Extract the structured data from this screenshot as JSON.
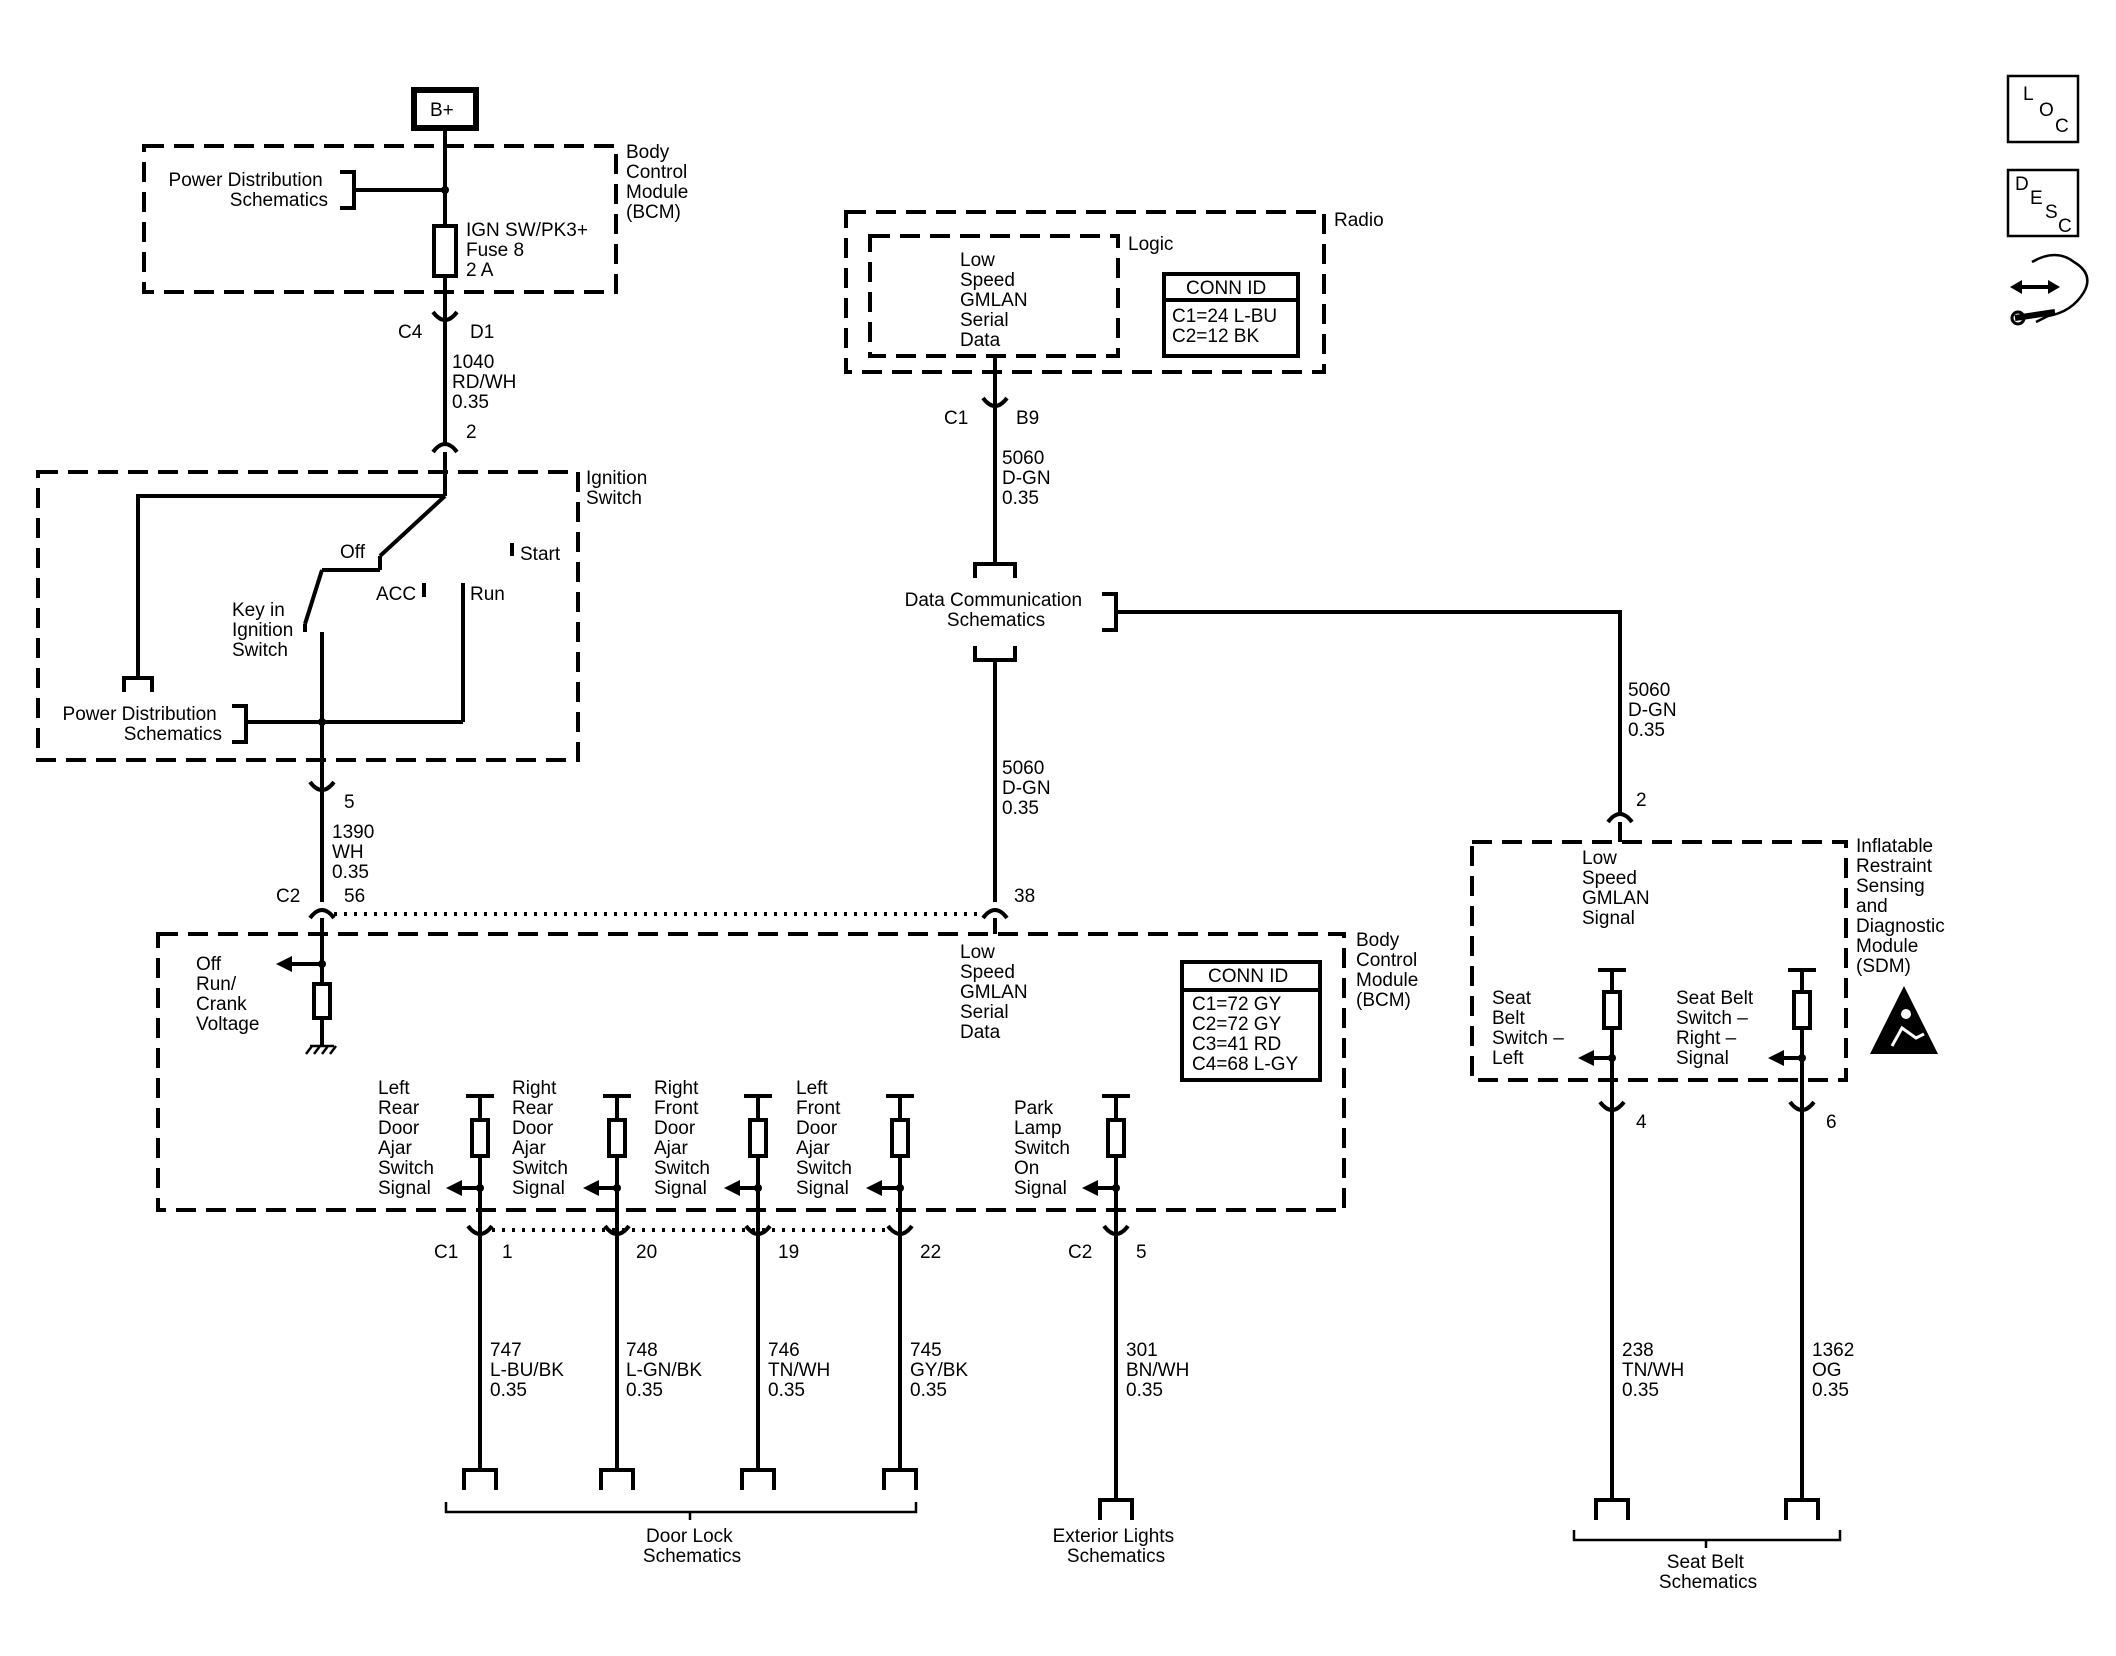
{
  "icons": {
    "loc": [
      "L",
      "O",
      "C"
    ],
    "desc": [
      "D",
      "E",
      "S",
      "C"
    ]
  },
  "power_source": "B+",
  "bcm_top": {
    "title": [
      "Body",
      "Control",
      "Module",
      "(BCM)"
    ],
    "power_dist": [
      "Power Distribution",
      "Schematics"
    ],
    "fuse": [
      "IGN SW/PK3+",
      "Fuse 8",
      "2 A"
    ],
    "conn_c4": "C4",
    "pin_d1": "D1",
    "wire": [
      "1040",
      "RD/WH",
      "0.35"
    ]
  },
  "ignition": {
    "pin_top": "2",
    "title": [
      "Ignition",
      "Switch"
    ],
    "off": "Off",
    "start": "Start",
    "acc": "ACC",
    "run": "Run",
    "key": [
      "Key in",
      "Ignition",
      "Switch"
    ],
    "power_dist": [
      "Power Distribution",
      "Schematics"
    ],
    "pin_bottom": "5",
    "wire": [
      "1390",
      "WH",
      "0.35"
    ]
  },
  "radio": {
    "title": "Radio",
    "logic": "Logic",
    "inner": [
      "Low",
      "Speed",
      "GMLAN",
      "Serial",
      "Data"
    ],
    "conn_header": "CONN ID",
    "conn_ids": [
      "C1=24 L-BU",
      "C2=12 BK"
    ],
    "conn_c1": "C1",
    "pin_b9": "B9",
    "wire": [
      "5060",
      "D-GN",
      "0.35"
    ]
  },
  "data_comm": [
    "Data Communication",
    "Schematics"
  ],
  "wire_mid": [
    "5060",
    "D-GN",
    "0.35"
  ],
  "wire_right": [
    "5060",
    "D-GN",
    "0.35"
  ],
  "bcm_main": {
    "title": [
      "Body",
      "Control",
      "Module",
      "(BCM)"
    ],
    "conn_c2": "C2",
    "pin_56": "56",
    "pin_38": "38",
    "low_speed": [
      "Low",
      "Speed",
      "GMLAN",
      "Serial",
      "Data"
    ],
    "off_run": [
      "Off",
      "Run/",
      "Crank",
      "Voltage"
    ],
    "conn_header": "CONN ID",
    "conn_ids": [
      "C1=72 GY",
      "C2=72 GY",
      "C3=41 RD",
      "C4=68 L-GY"
    ],
    "sw_lr": [
      "Left",
      "Rear",
      "Door",
      "Ajar",
      "Switch",
      "Signal"
    ],
    "sw_rr": [
      "Right",
      "Rear",
      "Door",
      "Ajar",
      "Switch",
      "Signal"
    ],
    "sw_rf": [
      "Right",
      "Front",
      "Door",
      "Ajar",
      "Switch",
      "Signal"
    ],
    "sw_lf": [
      "Left",
      "Front",
      "Door",
      "Ajar",
      "Switch",
      "Signal"
    ],
    "sw_park": [
      "Park",
      "Lamp",
      "Switch",
      "On",
      "Signal"
    ],
    "conn_c1_bottom": "C1",
    "conn_c2_bottom": "C2",
    "pins_bottom": [
      "1",
      "20",
      "19",
      "22",
      "5"
    ]
  },
  "wires_bottom": {
    "w747": [
      "747",
      "L-BU/BK",
      "0.35"
    ],
    "w748": [
      "748",
      "L-GN/BK",
      "0.35"
    ],
    "w746": [
      "746",
      "TN/WH",
      "0.35"
    ],
    "w745": [
      "745",
      "GY/BK",
      "0.35"
    ],
    "w301": [
      "301",
      "BN/WH",
      "0.35"
    ],
    "w238": [
      "238",
      "TN/WH",
      "0.35"
    ],
    "w1362": [
      "1362",
      "OG",
      "0.35"
    ]
  },
  "sdm": {
    "pin_top": "2",
    "title": [
      "Inflatable",
      "Restraint",
      "Sensing",
      "and",
      "Diagnostic",
      "Module",
      "(SDM)"
    ],
    "low_speed": [
      "Low",
      "Speed",
      "GMLAN",
      "Signal"
    ],
    "seat_left": [
      "Seat",
      "Belt",
      "Switch –",
      "Left"
    ],
    "seat_right": [
      "Seat Belt",
      "Switch –",
      "Right –",
      "Signal"
    ],
    "pin_4": "4",
    "pin_6": "6"
  },
  "schematics": {
    "door_lock": [
      "Door Lock",
      "Schematics"
    ],
    "ext_lights": [
      "Exterior Lights",
      "Schematics"
    ],
    "seat_belt": [
      "Seat Belt",
      "Schematics"
    ]
  }
}
